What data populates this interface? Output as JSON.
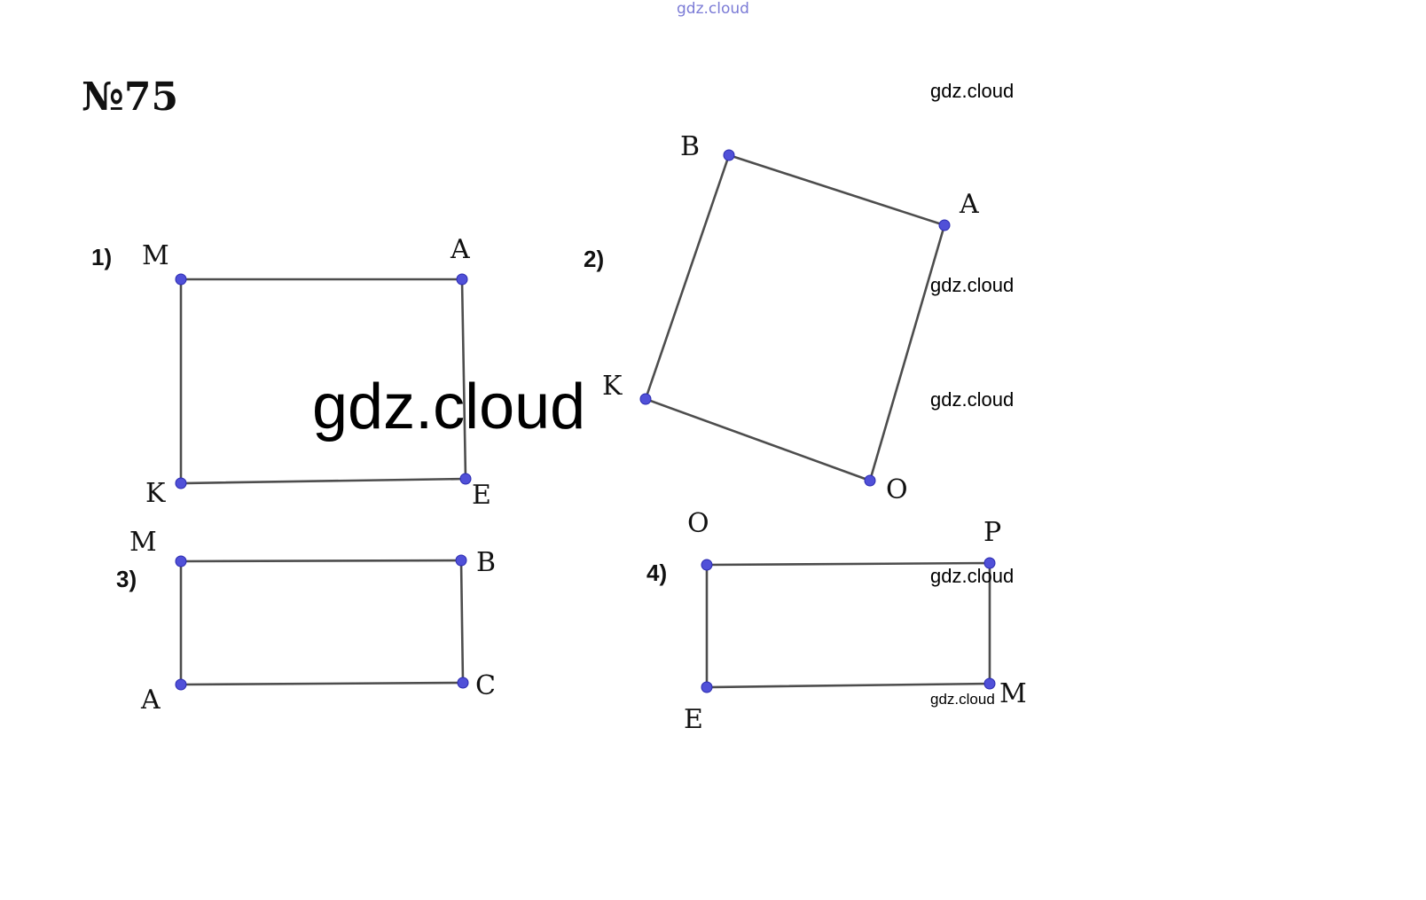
{
  "title": "№75",
  "watermarks": {
    "top": "gdz.cloud",
    "center": "gdz.cloud",
    "right_1": "gdz.cloud",
    "right_2": "gdz.cloud",
    "right_3": "gdz.cloud",
    "right_4": "gdz.cloud",
    "bottom_small": "gdz.cloud"
  },
  "colors": {
    "vertex": "#5050d8",
    "edge": "#4d4d4d",
    "text": "#111111"
  },
  "figures": [
    {
      "number": "1)",
      "vertices": [
        "M",
        "A",
        "E",
        "K"
      ]
    },
    {
      "number": "2)",
      "vertices": [
        "B",
        "A",
        "O",
        "K"
      ]
    },
    {
      "number": "3)",
      "vertices": [
        "M",
        "B",
        "C",
        "A"
      ]
    },
    {
      "number": "4)",
      "vertices": [
        "O",
        "P",
        "M",
        "E"
      ]
    }
  ]
}
